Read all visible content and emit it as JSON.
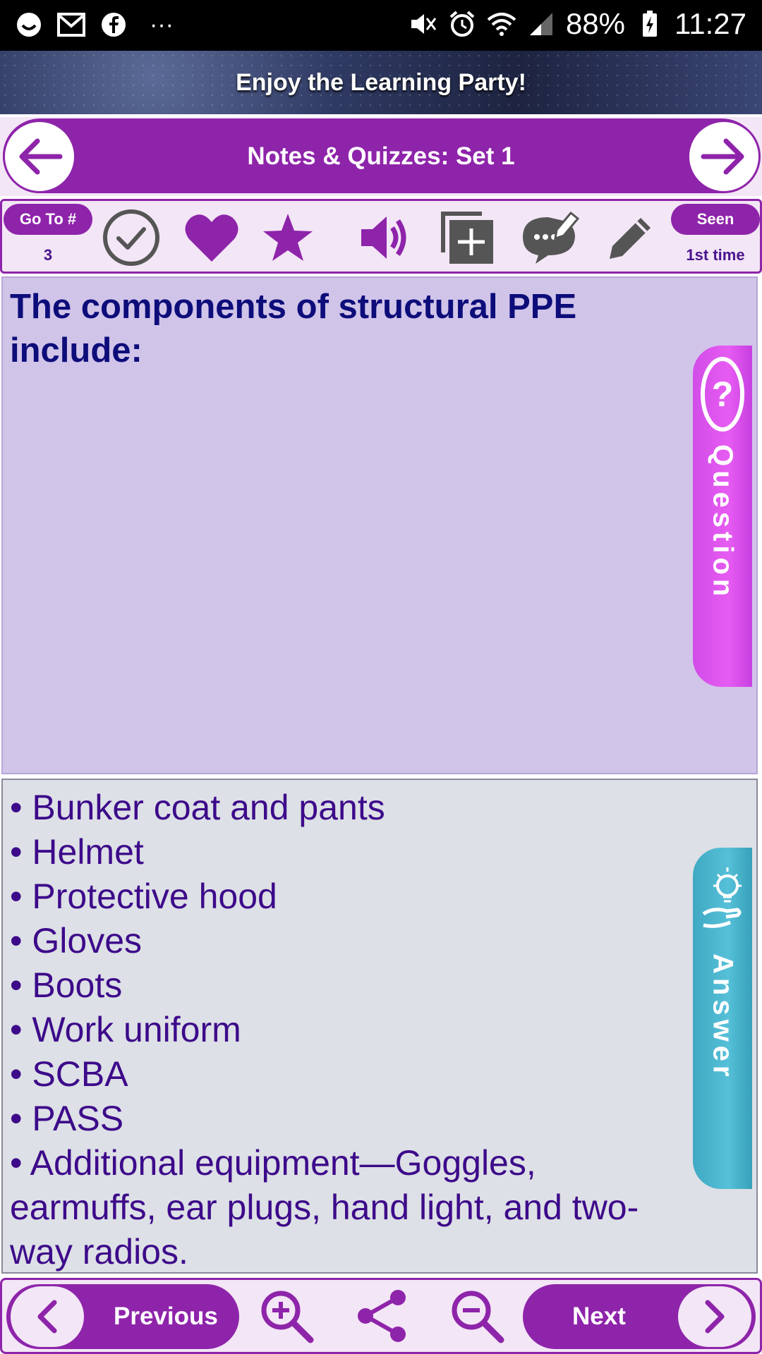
{
  "status_bar": {
    "battery": "88%",
    "time": "11:27",
    "more": "···"
  },
  "banner": {
    "text": "Enjoy the Learning Party!"
  },
  "header": {
    "title": "Notes & Quizzes: Set 1"
  },
  "toolbar": {
    "goto_label": "Go To #",
    "goto_value": "3",
    "seen_label": "Seen",
    "seen_value": "1st time"
  },
  "question": {
    "tab_label": "Question",
    "text": "The components of structural PPE include:"
  },
  "answer": {
    "tab_label": "Answer",
    "items": [
      "• Bunker coat and pants",
      "• Helmet",
      "• Protective hood",
      "• Gloves",
      "• Boots",
      "• Work uniform",
      "• SCBA",
      "• PASS",
      "• Additional equipment—Goggles, earmuffs, ear plugs, hand light, and two-way radios."
    ]
  },
  "bottom_bar": {
    "previous_label": "Previous",
    "next_label": "Next"
  },
  "colors": {
    "accent": "#8e24aa",
    "question_bg": "#d1c4e9",
    "answer_bg": "#dde0e6",
    "question_tab": "#e040fb",
    "answer_tab": "#4fb8d0"
  }
}
